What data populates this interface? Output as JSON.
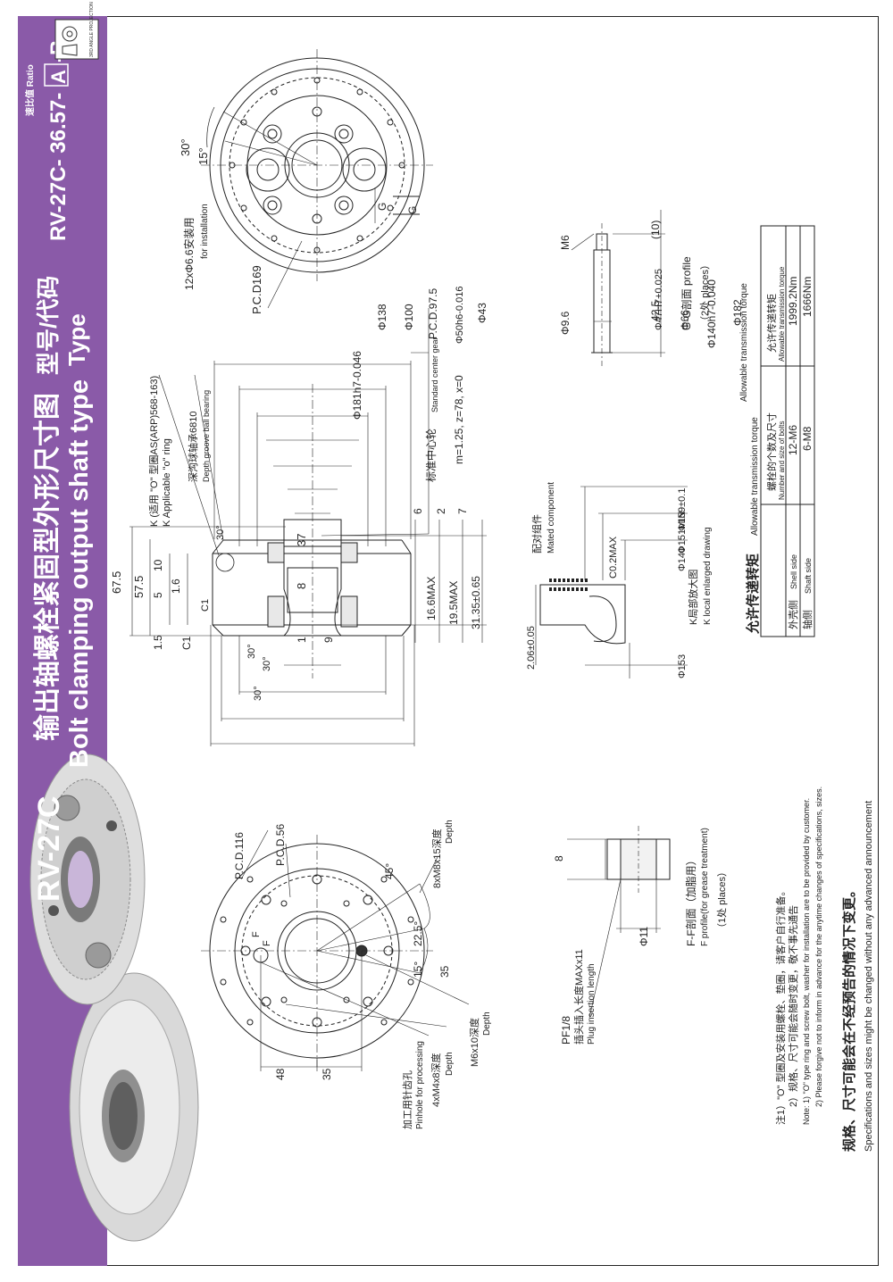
{
  "header": {
    "model": "RV-27C",
    "title_cn": "输出轴螺栓紧固型外形尺寸图",
    "title_en": "Bolt clamping output shaft type",
    "type_cn": "型号/代码",
    "type_en": "Type",
    "ratio_code": "RV-27C- 36.57-",
    "ratio_box_a": "A",
    "ratio_suffix": "-B",
    "ratio_label": "速比值 Ratio",
    "projection_label": "3RD ANGLE PROJECTION"
  },
  "top_view": {
    "angle_30": "30°",
    "angle_15": "15°",
    "pcd": "P.C.D169",
    "holes_cn": "12xΦ6.6安装用",
    "holes_en": "for installation",
    "g_mark": "G",
    "g_arrow": "G"
  },
  "side_view": {
    "d181": "Φ181h7-0.046",
    "d138": "Φ138",
    "d100": "Φ100",
    "pcd975": "P.C.D.97.5",
    "d50": "Φ50h6-0.016",
    "d43": "Φ43",
    "d47": "Φ47H7+0.025",
    "d66": "Φ66",
    "d140": "Φ140h7-0.040",
    "d182": "Φ182",
    "h675": "67.5",
    "h575": "57.5",
    "h10": "10",
    "h16": "1.6",
    "h5": "5",
    "h15": "1.5",
    "c1": "C1",
    "c1b": "C1",
    "r37": "37",
    "r8": "8",
    "r1": "1",
    "r9": "9",
    "r6": "6",
    "r2": "2",
    "r7": "7",
    "m166": "16.6MAX",
    "m195": "19.5MAX",
    "m3135": "31.35±0.65",
    "ang30a": "30°",
    "ang30b": "30°",
    "ang30c": "30°",
    "ang30d": "30°",
    "k_cn": "K (适用 \"O\" 型圈AS(ARP)568-163)",
    "k_en": "K Applicable \"o\" ring",
    "bearing_cn": "深沟球轴承6810",
    "bearing_en": "Depth groove ball bearing",
    "gear_cn": "标准中心轮",
    "gear_en": "Standard center gear",
    "gear_spec": "m=1.25, z=78, x=0"
  },
  "g_profile": {
    "m6": "M6",
    "d96": "Φ9.6",
    "l10": "(10)",
    "l425": "42.5",
    "title": "G-G剖面 profile",
    "places": "（2处 places）"
  },
  "k_detail": {
    "mated_cn": "配对组件",
    "mated_en": "Mated component",
    "d159": "Φ159±0.1",
    "d151": "Φ151MIN",
    "d140": "Φ140",
    "c02": "C0.2MAX",
    "d153": "Φ153",
    "d206": "2.06±0.05",
    "title_cn": "K局部放大图",
    "title_en": "K local enlarged drawing"
  },
  "bottom_view": {
    "pcd116": "P.C.D.116",
    "pcd56": "P.C.D.56",
    "m8_cn": "8xM8x15深度",
    "m8_en": "Depth",
    "a45": "45°",
    "a225": "22.5°",
    "a15": "15°",
    "a35": "35",
    "m6_cn": "M6x10深度",
    "m6_en": "Depth",
    "pin_cn": "加工用针齿孔",
    "pin_en": "Pinhole for processing",
    "m4_cn": "4xM4x8深度",
    "m4_en": "Depth",
    "d48": "48",
    "d35": "35",
    "f1": "F",
    "f2": "F"
  },
  "f_profile": {
    "pf": "PF1/8",
    "plug_cn": "插头插入长度MAXx11",
    "plug_en": "Plug insertion length",
    "d8": "8",
    "d11": "Φ11",
    "title_cn": "F-F剖面（加脂用）",
    "title_en": "F profile(for grease treatment)",
    "places": "（1处 places）"
  },
  "torque": {
    "title_cn": "允许传递转矩",
    "title_en": "Allowable transmission torque",
    "sub_title": "Allowable transmission torque",
    "headers": [
      {
        "cn": "螺栓的个数及尺寸",
        "en": "Number and size of bolts"
      },
      {
        "cn": "允许传递转矩",
        "en": "Allowable transmission torque"
      }
    ],
    "rows": [
      {
        "cn": "外壳侧",
        "en": "Shell side",
        "bolts": "12-M6",
        "torque": "1999.2Nm"
      },
      {
        "cn": "轴侧",
        "en": "Shaft side",
        "bolts": "6-M8",
        "torque": "1666Nm"
      }
    ]
  },
  "notes": {
    "cn1": "注1）\"O\" 型圈及安装用螺栓、垫圈，请客户自行准备。",
    "cn2": "2）规格、尺寸可能会随时变更，敬不事先通告",
    "en1": "Note: 1) \"O\" type ring and screw bolt, washer for installation are to be provided by customer.",
    "en2": "2) Please forgive not to inform in advance for the anytime changes of specifications, sizes.",
    "footer_cn": "规格、尺寸可能会在不经预告的情况下变更。",
    "footer_en": "Specifications and sizes might be changed without any advanced announcement"
  }
}
